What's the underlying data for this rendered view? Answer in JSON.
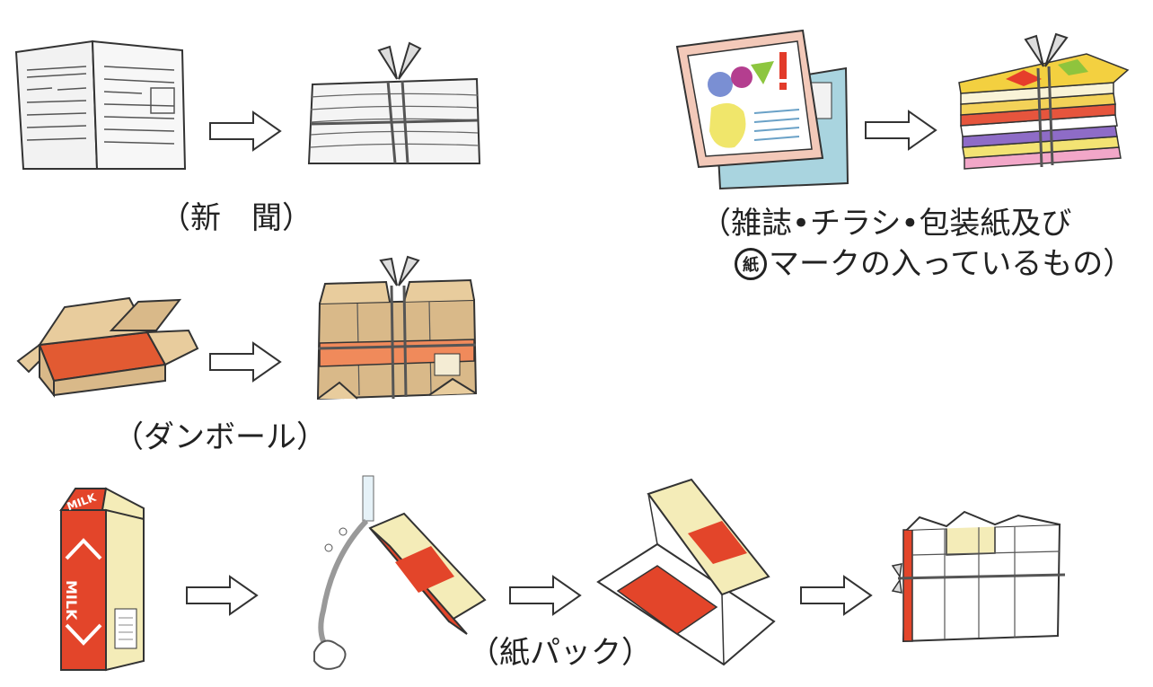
{
  "groups": {
    "newspaper": {
      "caption": "（新　聞）"
    },
    "magazine": {
      "caption_line1": "（雑誌•チラシ•包装紙及び",
      "mark_text": "紙",
      "caption_line2": "マークの入っているもの）"
    },
    "cardboard": {
      "caption": "（ダンボール）"
    },
    "paper_pack": {
      "caption": "（紙パック）",
      "milk_label": "MILK"
    }
  },
  "colors": {
    "outline": "#333333",
    "cardboard": "#d9b989",
    "cardboard_red": "#e25a32",
    "milk_red": "#e3452a",
    "milk_cream": "#f4ecb8",
    "magazine_pink": "#f3c9b9",
    "magazine_blue": "#a9d4df"
  }
}
